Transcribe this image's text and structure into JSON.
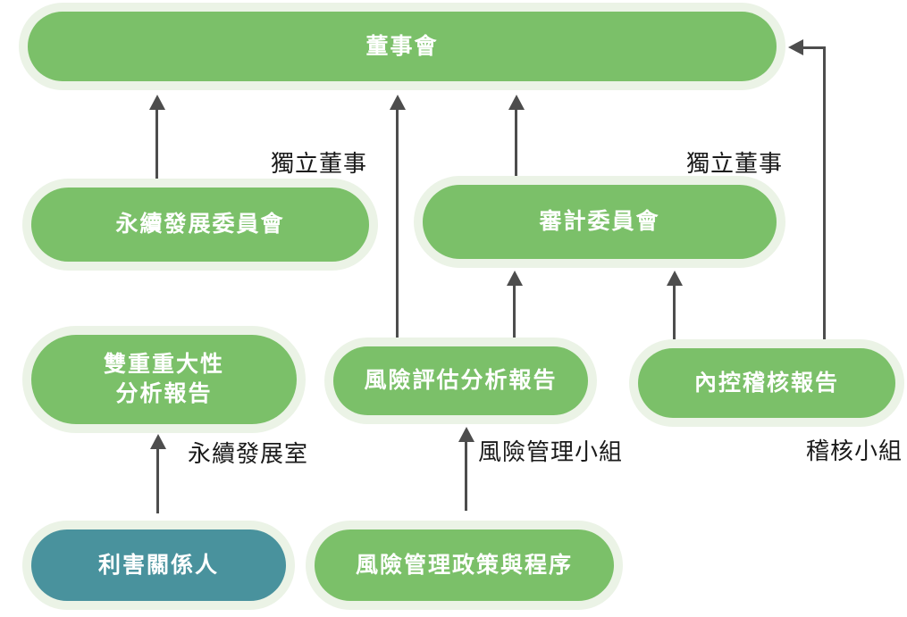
{
  "nodes": {
    "board": {
      "label": "董事會"
    },
    "sustainability_committee": {
      "label": "永續發展委員會"
    },
    "audit_committee": {
      "label": "審計委員會"
    },
    "materiality_report": {
      "label": "雙重重大性\n分析報告"
    },
    "risk_assessment_report": {
      "label": "風險評估分析報告"
    },
    "internal_audit_report": {
      "label": "內控稽核報告"
    },
    "stakeholders": {
      "label": "利害關係人"
    },
    "risk_policy": {
      "label": "風險管理政策與程序"
    }
  },
  "annotations": {
    "independent_director_left": "獨立董事",
    "independent_director_right": "獨立董事",
    "sustainability_office": "永續發展室",
    "risk_management_team": "風險管理小組",
    "audit_team": "稽核小組"
  },
  "edges": [
    {
      "from": "sustainability_committee",
      "to": "board"
    },
    {
      "from": "audit_committee",
      "to": "board"
    },
    {
      "from": "risk_assessment_report",
      "to": "board"
    },
    {
      "from": "risk_assessment_report",
      "to": "audit_committee"
    },
    {
      "from": "internal_audit_report",
      "to": "audit_committee"
    },
    {
      "from": "internal_audit_report",
      "to": "board"
    },
    {
      "from": "stakeholders",
      "to": "materiality_report"
    },
    {
      "from": "risk_policy",
      "to": "risk_assessment_report"
    }
  ],
  "colors": {
    "node_green": "#7BC069",
    "node_teal": "#49929D",
    "node_halo": "#EBF3E6",
    "arrow": "#4D4D4D",
    "label_text": "#1A1A1A",
    "node_text": "#FFFFFF"
  }
}
